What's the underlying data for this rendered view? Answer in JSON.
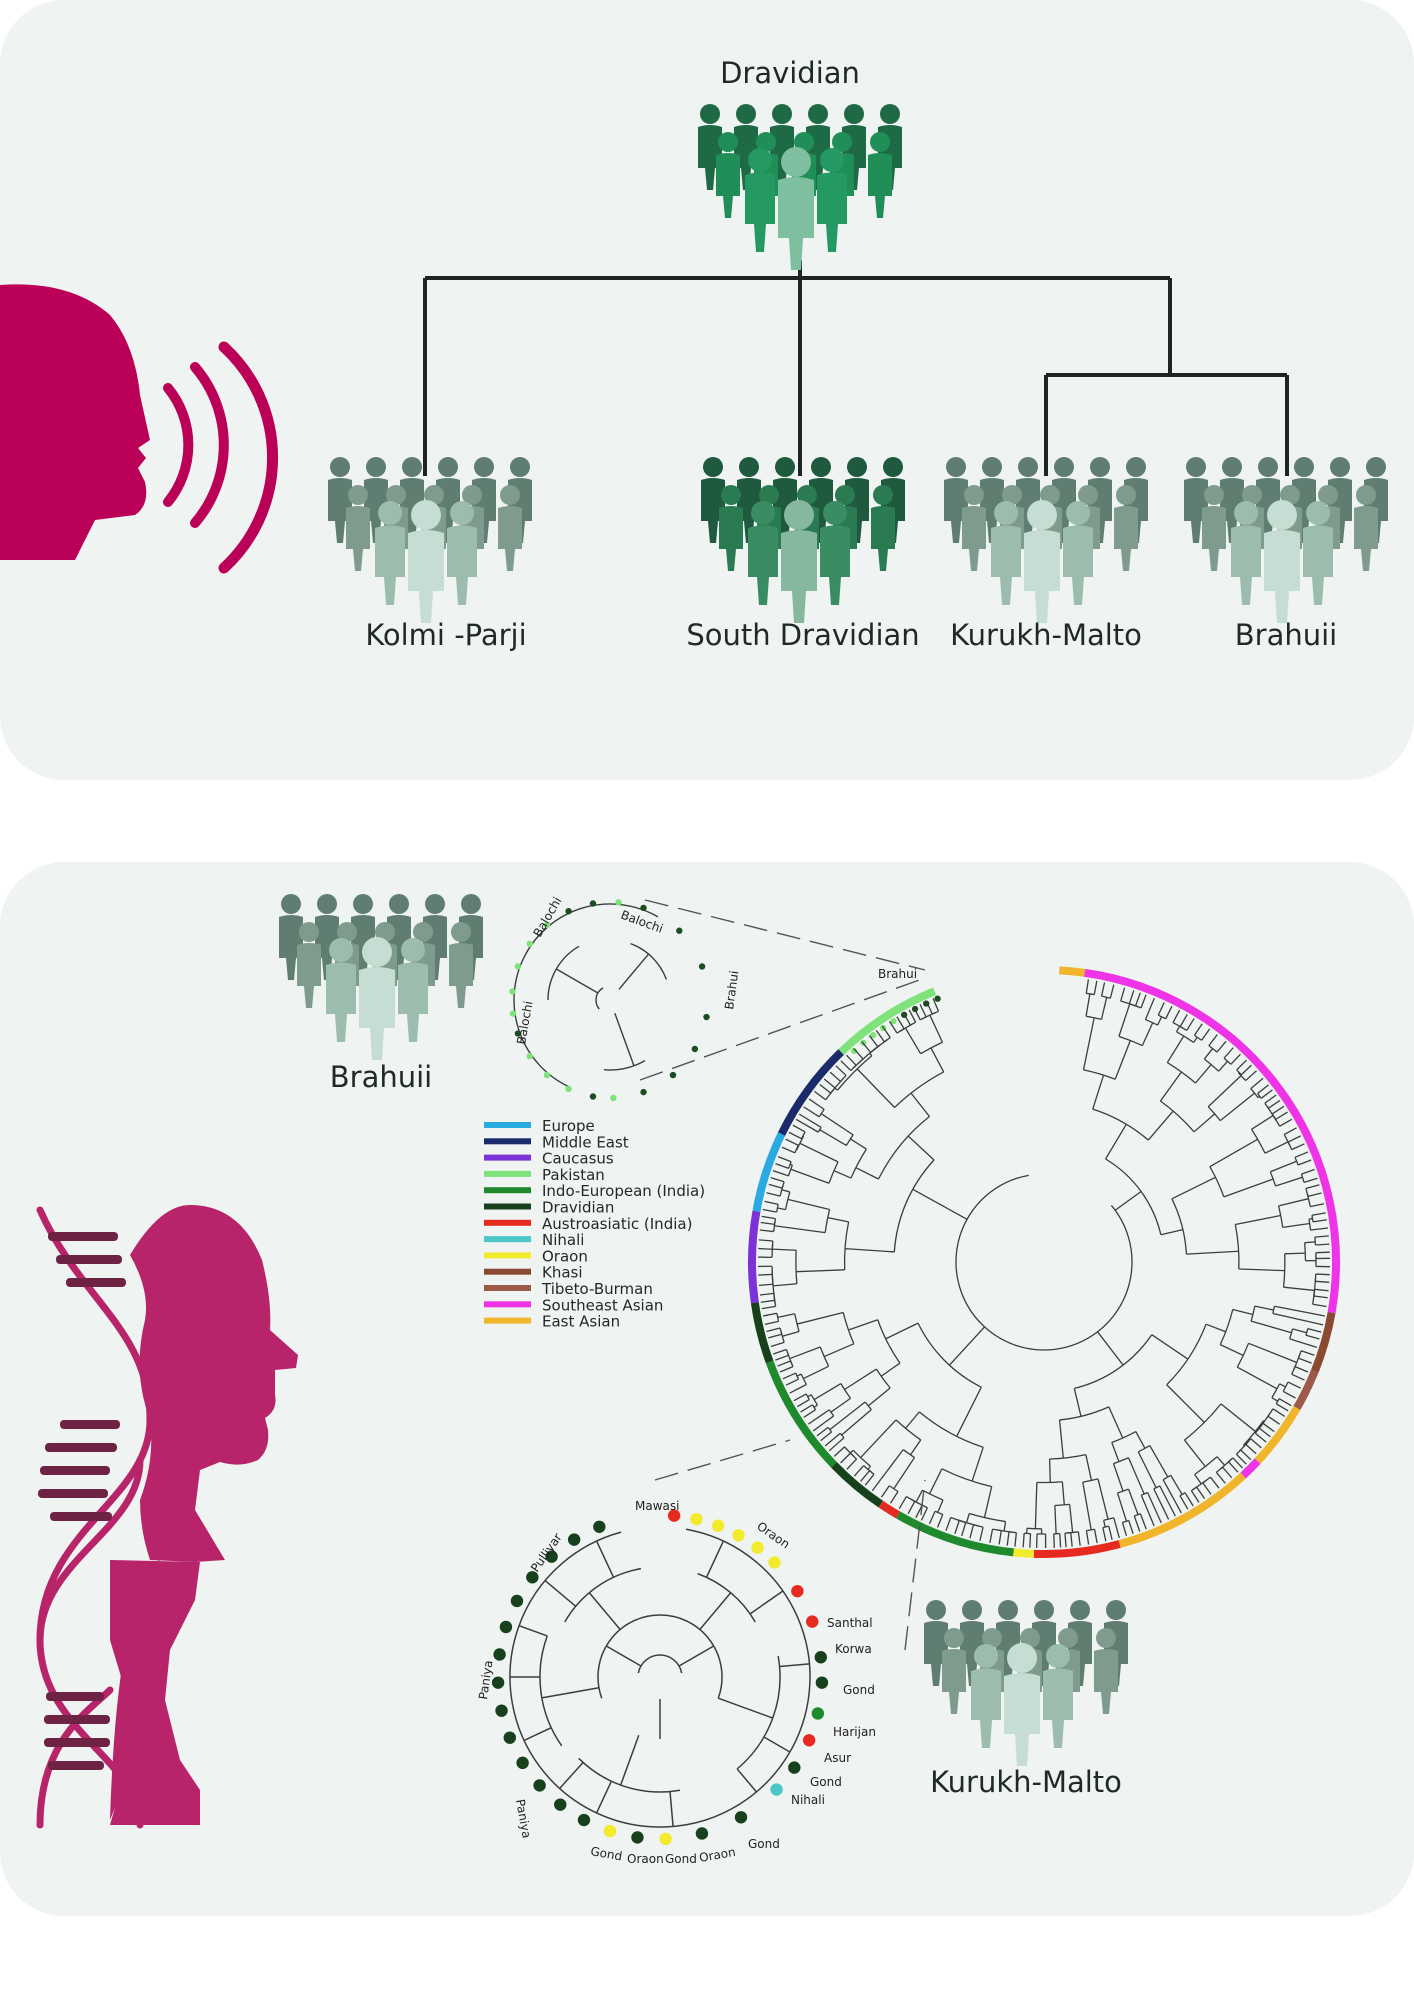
{
  "language_tree": {
    "root": "Dravidian",
    "branches": [
      "Kolmi -Parji",
      "South Dravidian",
      "Kurukh-Malto",
      "Brahuii"
    ]
  },
  "genetic_panel": {
    "group_brahui": "Brahuii",
    "group_kurukh": "Kurukh-Malto",
    "legend": [
      {
        "label": "Europe",
        "color": "#29abe2"
      },
      {
        "label": "Middle East",
        "color": "#1b2a6b"
      },
      {
        "label": "Caucasus",
        "color": "#7b32d6"
      },
      {
        "label": "Pakistan",
        "color": "#7ee37a"
      },
      {
        "label": "Indo-European (India)",
        "color": "#1f8a2c"
      },
      {
        "label": "Dravidian",
        "color": "#17401c"
      },
      {
        "label": "Austroasiatic (India)",
        "color": "#e62a20"
      },
      {
        "label": "Nihali",
        "color": "#4cc7c7"
      },
      {
        "label": "Oraon",
        "color": "#f2ea2c"
      },
      {
        "label": "Khasi",
        "color": "#8a4a32"
      },
      {
        "label": "Tibeto-Burman",
        "color": "#9b5a4a"
      },
      {
        "label": "Southeast Asian",
        "color": "#ee34e6"
      },
      {
        "label": "East Asian",
        "color": "#f0b52b"
      }
    ],
    "circle_label": "Brahui",
    "brahui_inset": [
      "Balochi",
      "Balochi",
      "Balochi",
      "Brahui"
    ],
    "kurukh_inset": {
      "left": [
        "Pulliyar",
        "Paniya",
        "Paniya"
      ],
      "bottom": [
        "Gond",
        "Oraon",
        "Gond",
        "Oraon",
        "Gond"
      ],
      "top": [
        "Mawasi",
        "Oraon"
      ],
      "right": [
        "Santhal",
        "Korwa",
        "Gond",
        "Harijan",
        "Asur",
        "Gond",
        "Nihali"
      ]
    }
  },
  "colors": {
    "speech_accent": "#bb0058",
    "dna_accent": "#b8246a",
    "dna_stripe": "#6e2244",
    "tree_line": "#1e2420",
    "people_green": "#1f8f57",
    "people_grey": "#5f7d70"
  }
}
